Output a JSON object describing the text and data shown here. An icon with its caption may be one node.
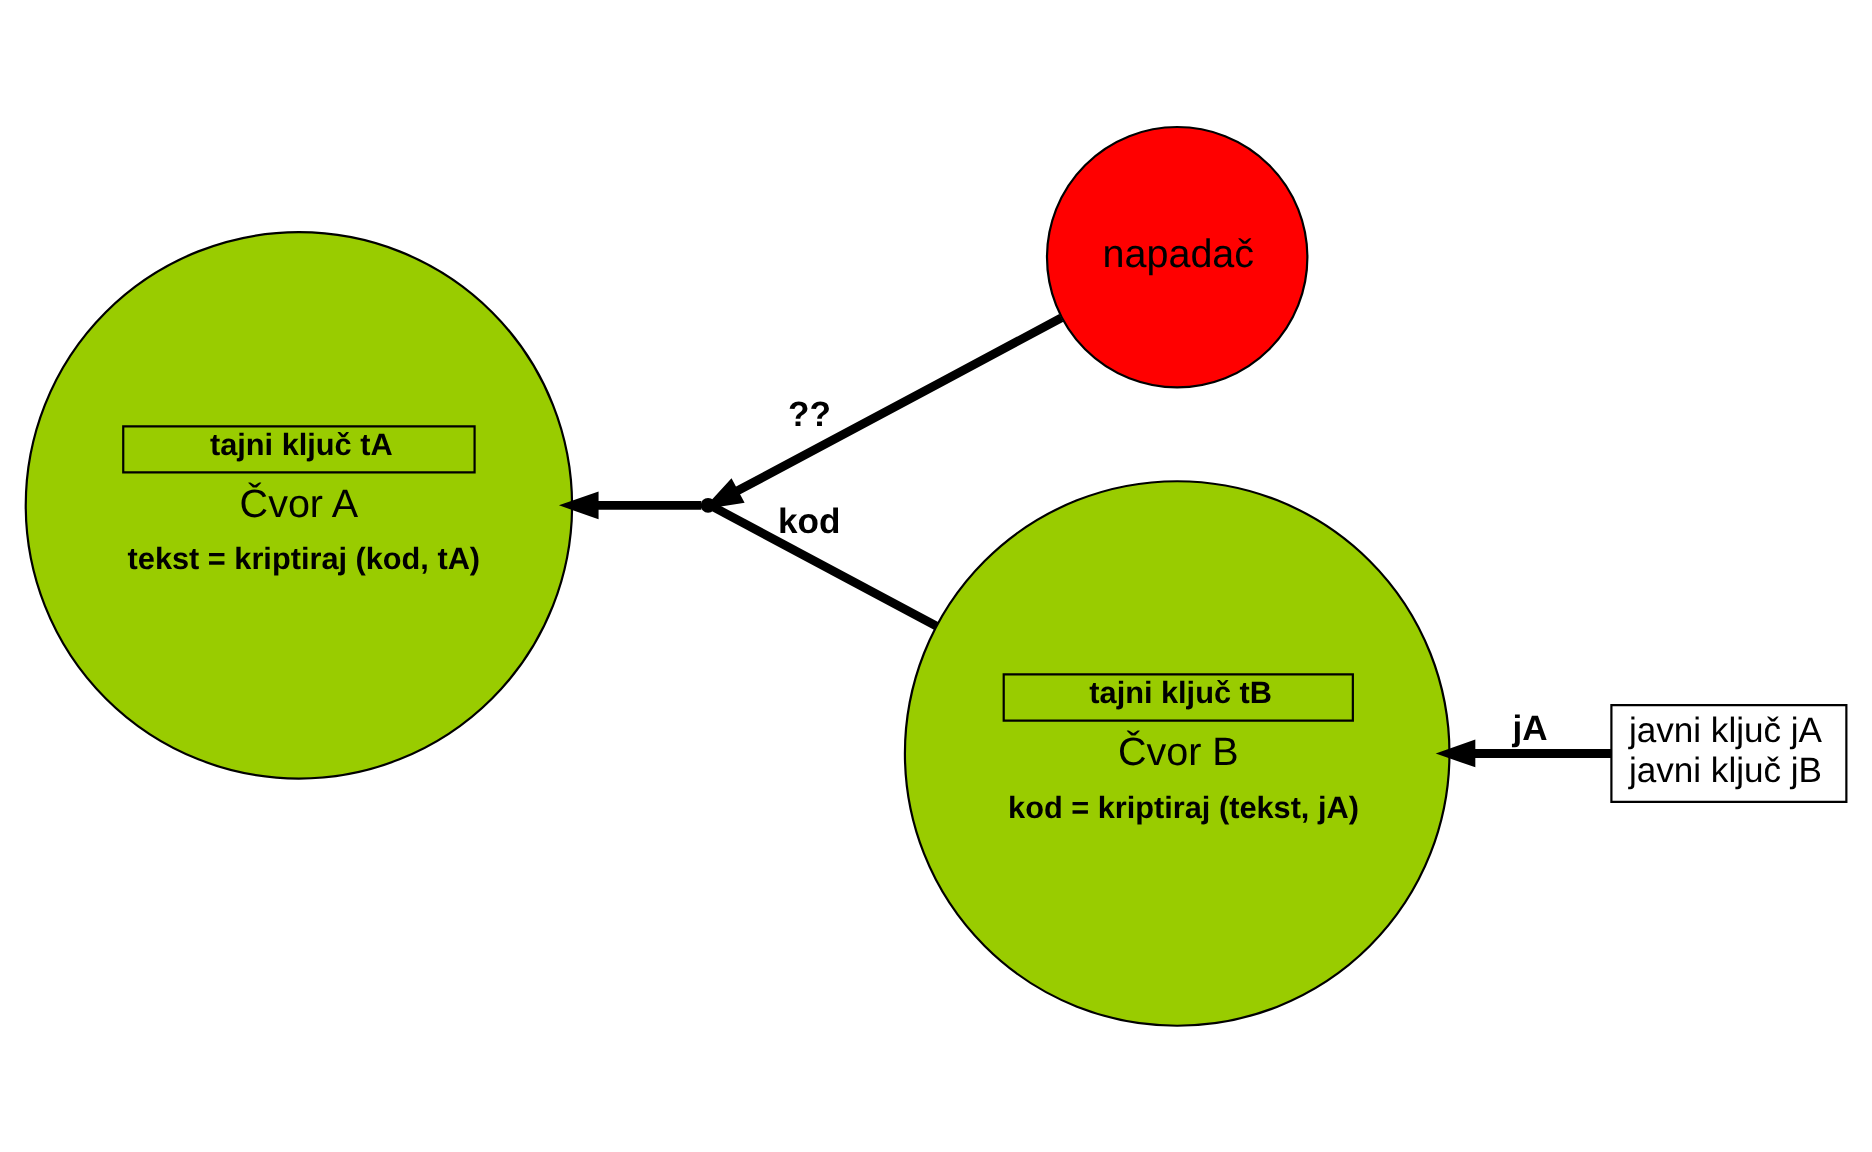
{
  "diagram": {
    "nodes": [
      {
        "text": [
          "tajni ključ tA",
          "Čvor A",
          "tekst = kriptiraj (kod, tA)"
        ]
      },
      {
        "text": [
          "napadač"
        ]
      },
      {
        "text": [
          "tajni ključ tB",
          "Čvor B",
          "kod = kriptiraj (tekst, jA)"
        ]
      },
      {
        "text": [
          "javni ključ jA",
          "javni ključ jB"
        ]
      },
      {
        "text": [],
        "shape": "point"
      }
    ],
    "edges": [
      {
        "from": 2,
        "to": 4,
        "arrow": "none",
        "label": "kod"
      },
      {
        "from": 4,
        "to": 0,
        "arrow": "to"
      },
      {
        "from": 1,
        "to": 4,
        "arrow": "to",
        "label": "??"
      },
      {
        "from": 3,
        "to": 2,
        "arrow": "to",
        "label": "jA"
      }
    ]
  }
}
